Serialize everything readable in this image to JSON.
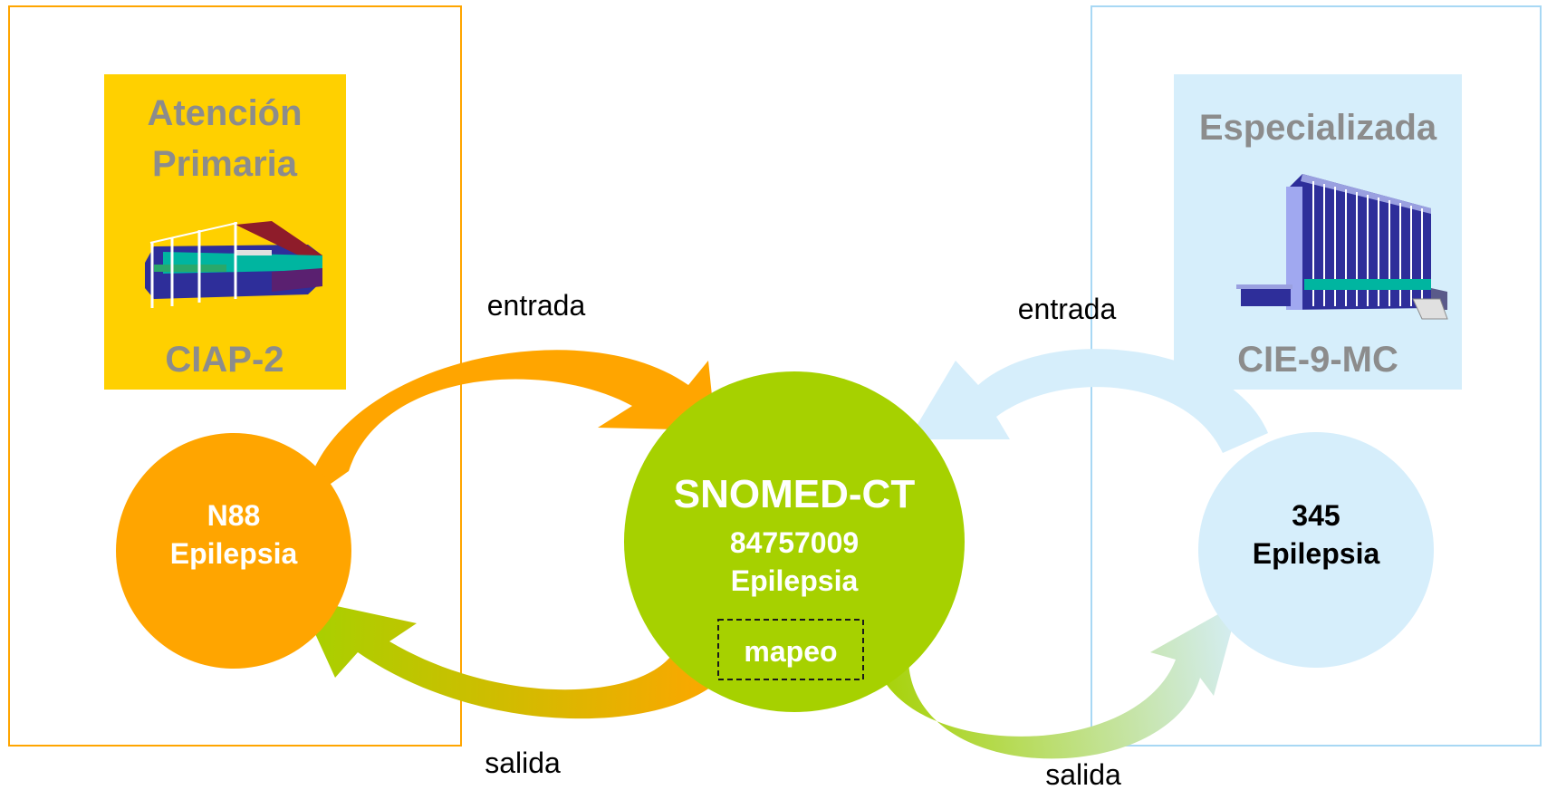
{
  "left_panel": {
    "title_line1": "Atención",
    "title_line2": "Primaria",
    "code_system": "CIAP-2",
    "building_icon": "clinic-building-icon"
  },
  "right_panel": {
    "title": "Especializada",
    "code_system": "CIE-9-MC",
    "building_icon": "hospital-building-icon"
  },
  "left_node": {
    "code": "N88",
    "term": "Epilepsia"
  },
  "center_node": {
    "title": "SNOMED-CT",
    "concept_id": "84757009",
    "term": "Epilepsia",
    "mapping_label": "mapeo"
  },
  "right_node": {
    "code": "345",
    "term": "Epilepsia"
  },
  "arrows": {
    "left_in_label": "entrada",
    "left_out_label": "salida",
    "right_in_label": "entrada",
    "right_out_label": "salida"
  },
  "colors": {
    "orange": "#FFA500",
    "yellow_panel": "#FFD000",
    "green": "#A6D100",
    "light_blue": "#D6EEFB",
    "grey_text": "#8C8C8C"
  }
}
